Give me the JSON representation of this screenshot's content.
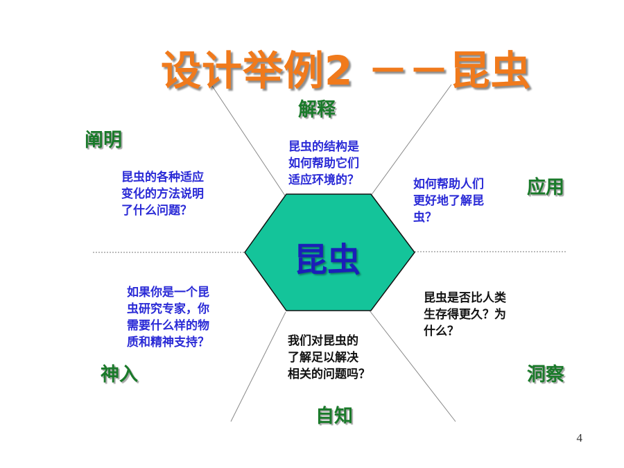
{
  "slide": {
    "title": "设计举例2 －－昆虫",
    "center_label": "昆虫",
    "page_number": "4"
  },
  "facets": {
    "explain": "解释",
    "interpret": "阐明",
    "apply": "应用",
    "empathy": "神入",
    "perspective": "洞察",
    "self_knowledge": "自知"
  },
  "questions": {
    "explain": [
      "昆虫的结构是",
      "如何帮助它们",
      "适应环境的？"
    ],
    "interpret": [
      "昆虫的各种适应",
      "变化的方法说明",
      "了什么问题？"
    ],
    "apply": [
      "如何帮助人们",
      "更好地了解昆",
      "虫？"
    ],
    "empathy": [
      "如果你是一个昆",
      "虫研究专家，你",
      "需要什么样的物",
      "质和精神支持？"
    ],
    "perspective": [
      "昆虫是否比人类",
      "生存得更久？为",
      "什么？"
    ],
    "self_knowledge": [
      "我们对昆虫的",
      "了解足以解决",
      "相关的问题吗？"
    ]
  },
  "colors": {
    "title": "#f07a1c",
    "facet": "#1a7a2a",
    "question_blue": "#2a2ad6",
    "question_black": "#111111",
    "hexagon_fill": "#14c49a",
    "center_text": "#1b1fb8"
  }
}
